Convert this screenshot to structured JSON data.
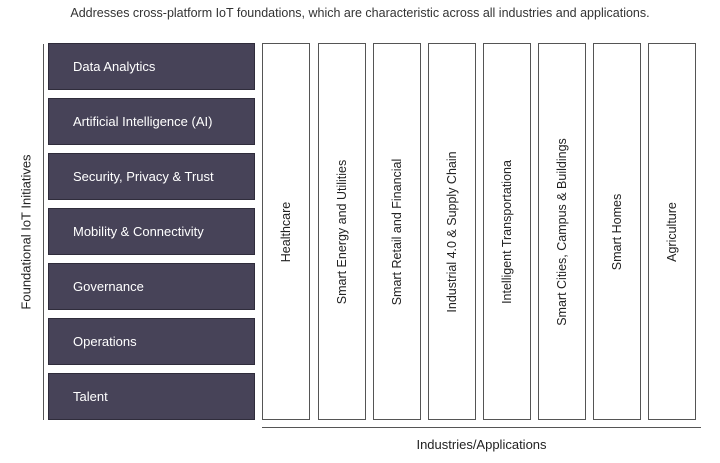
{
  "header_text": "Addresses cross-platform IoT foundations, which are characteristic across all industries and applications.",
  "vertical_label": "Foundational IoT Initiatives",
  "horizontal_label": "Industries/Applications",
  "initiatives": [
    "Data Analytics",
    "Artificial Intelligence (AI)",
    "Security, Privacy & Trust",
    "Mobility & Connectivity",
    "Governance",
    "Operations",
    "Talent"
  ],
  "industries": [
    "Healthcare",
    "Smart Energy and Utilities",
    "Smart Retail and Financial",
    "Industrial 4.0 & Supply Chain",
    "Intelligent Transportationa",
    "Smart Cities, Campus & Buildings",
    "Smart Homes",
    "Agriculture"
  ],
  "colors": {
    "initiative_fill": "#474358",
    "initiative_text": "#ffffff",
    "column_border": "#555555"
  }
}
